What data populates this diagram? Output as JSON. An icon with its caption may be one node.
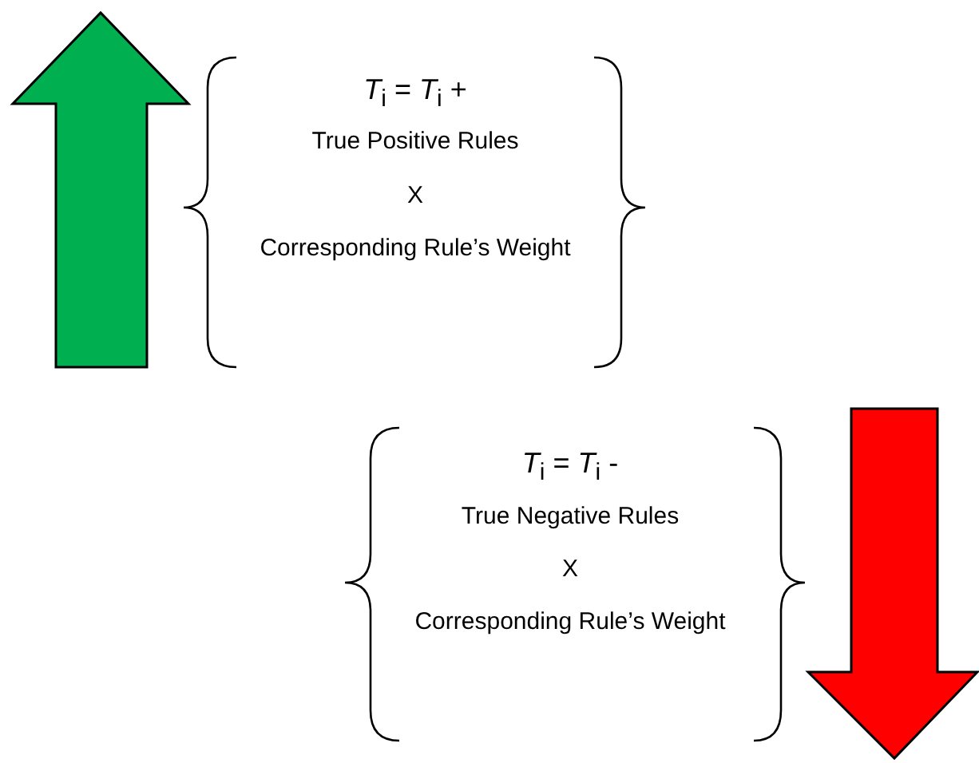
{
  "diagram": {
    "labels": [
      "*T*$_{i}$ = *T*$_{i}$ +",
      "True Positive Rules",
      "X",
      "Corresponding Rule’s Weight",
      "*T*$_{i}$ = *T*$_{i}$ -",
      "True Negative Rules",
      "X",
      "Corresponding Rule’s Weight"
    ]
  }
}
